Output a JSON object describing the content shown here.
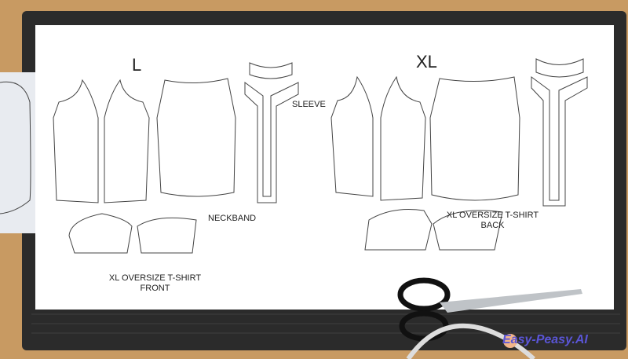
{
  "labels": {
    "size_l": "L",
    "size_xl": "XL",
    "sleeve": "SLEEVE",
    "neckband": "NECKBAND",
    "back": "XL OVERSIZE T-SHIRT\nBACK",
    "front": "XL OVERSIZE T-SHIRT\nFRONT"
  },
  "watermark": "Easy-Peasy.AI",
  "colors": {
    "mat": "#2b2b2b",
    "paper": "#ffffff",
    "table": "#c89a62",
    "watermark": "#5a55d6"
  }
}
